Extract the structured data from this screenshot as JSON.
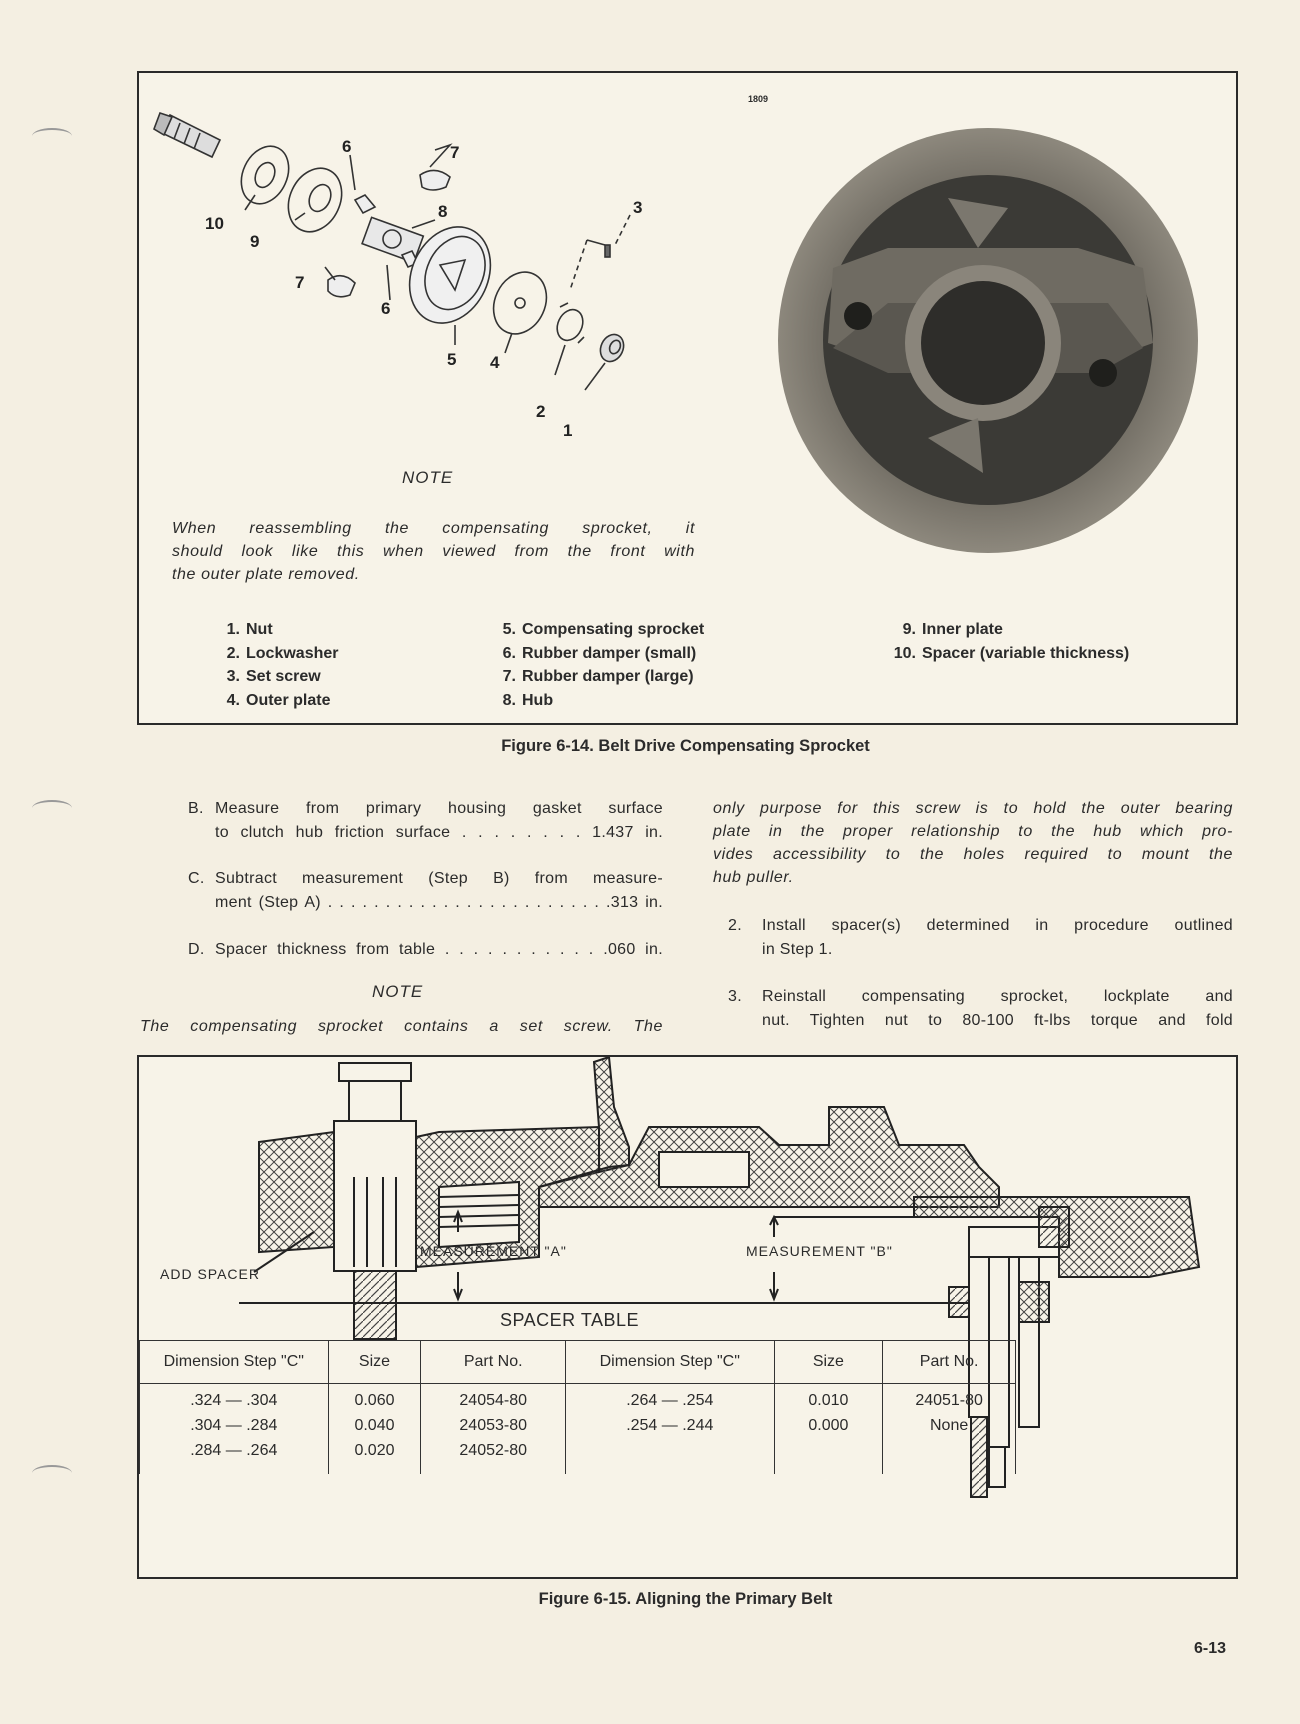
{
  "figure1": {
    "image_id": "1809",
    "callouts": [
      "1",
      "2",
      "3",
      "4",
      "5",
      "6",
      "6",
      "7",
      "7",
      "8",
      "9",
      "10"
    ],
    "note_title": "NOTE",
    "note_line1": "When reassembling the compensating sprocket, it",
    "note_line2": "should look like this when viewed from the front with",
    "note_line3": "the outer plate removed.",
    "legend_col1": [
      {
        "num": "1.",
        "label": "Nut"
      },
      {
        "num": "2.",
        "label": "Lockwasher"
      },
      {
        "num": "3.",
        "label": "Set screw"
      },
      {
        "num": "4.",
        "label": "Outer plate"
      }
    ],
    "legend_col2": [
      {
        "num": "5.",
        "label": "Compensating sprocket"
      },
      {
        "num": "6.",
        "label": "Rubber damper (small)"
      },
      {
        "num": "7.",
        "label": "Rubber damper (large)"
      },
      {
        "num": "8.",
        "label": "Hub"
      }
    ],
    "legend_col3": [
      {
        "num": "9.",
        "label": "Inner plate"
      },
      {
        "num": "10.",
        "label": "Spacer (variable thickness)"
      }
    ],
    "caption": "Figure 6-14. Belt Drive Compensating Sprocket"
  },
  "left_col": {
    "B_label": "B.",
    "B_line1": "Measure from primary housing gasket surface",
    "B_line2": "to clutch hub friction surface . . . . . . . . 1.437 in.",
    "C_label": "C.",
    "C_line1": "Subtract measurement (Step B) from measure-",
    "C_line2": "ment (Step A) . . . . . . . . . . . . . . . . . . . . . . . . .313 in.",
    "D_label": "D.",
    "D_line1": "Spacer thickness from table . . . . . . . . . . . .060 in.",
    "note_title": "NOTE",
    "note_line1": "The compensating sprocket contains a set screw. The"
  },
  "right_col": {
    "note_line1": "only purpose for this screw is to hold the outer bearing",
    "note_line2": "plate in the proper relationship to the hub which pro-",
    "note_line3": "vides accessibility to the holes required to mount the",
    "note_line4": "hub puller.",
    "step2_label": "2.",
    "step2_line1": "Install spacer(s) determined in procedure outlined",
    "step2_line2": "in Step 1.",
    "step3_label": "3.",
    "step3_line1": "Reinstall compensating sprocket, lockplate and",
    "step3_line2": "nut. Tighten nut to 80-100 ft-lbs torque and fold"
  },
  "figure2": {
    "add_spacer": "ADD SPACER",
    "measurement_a": "MEASUREMENT \"A\"",
    "measurement_b": "MEASUREMENT \"B\"",
    "table_title": "SPACER TABLE",
    "headers": [
      "Dimension Step \"C\"",
      "Size",
      "Part No.",
      "Dimension Step \"C\"",
      "Size",
      "Part No."
    ],
    "rows_left": [
      {
        "dim": ".324 — .304",
        "size": "0.060",
        "part": "24054-80"
      },
      {
        "dim": ".304 — .284",
        "size": "0.040",
        "part": "24053-80"
      },
      {
        "dim": ".284 — .264",
        "size": "0.020",
        "part": "24052-80"
      }
    ],
    "rows_right": [
      {
        "dim": ".264 — .254",
        "size": "0.010",
        "part": "24051-80"
      },
      {
        "dim": ".254 — .244",
        "size": "0.000",
        "part": "None"
      }
    ],
    "caption": "Figure 6-15. Aligning the Primary Belt"
  },
  "page_number": "6-13"
}
